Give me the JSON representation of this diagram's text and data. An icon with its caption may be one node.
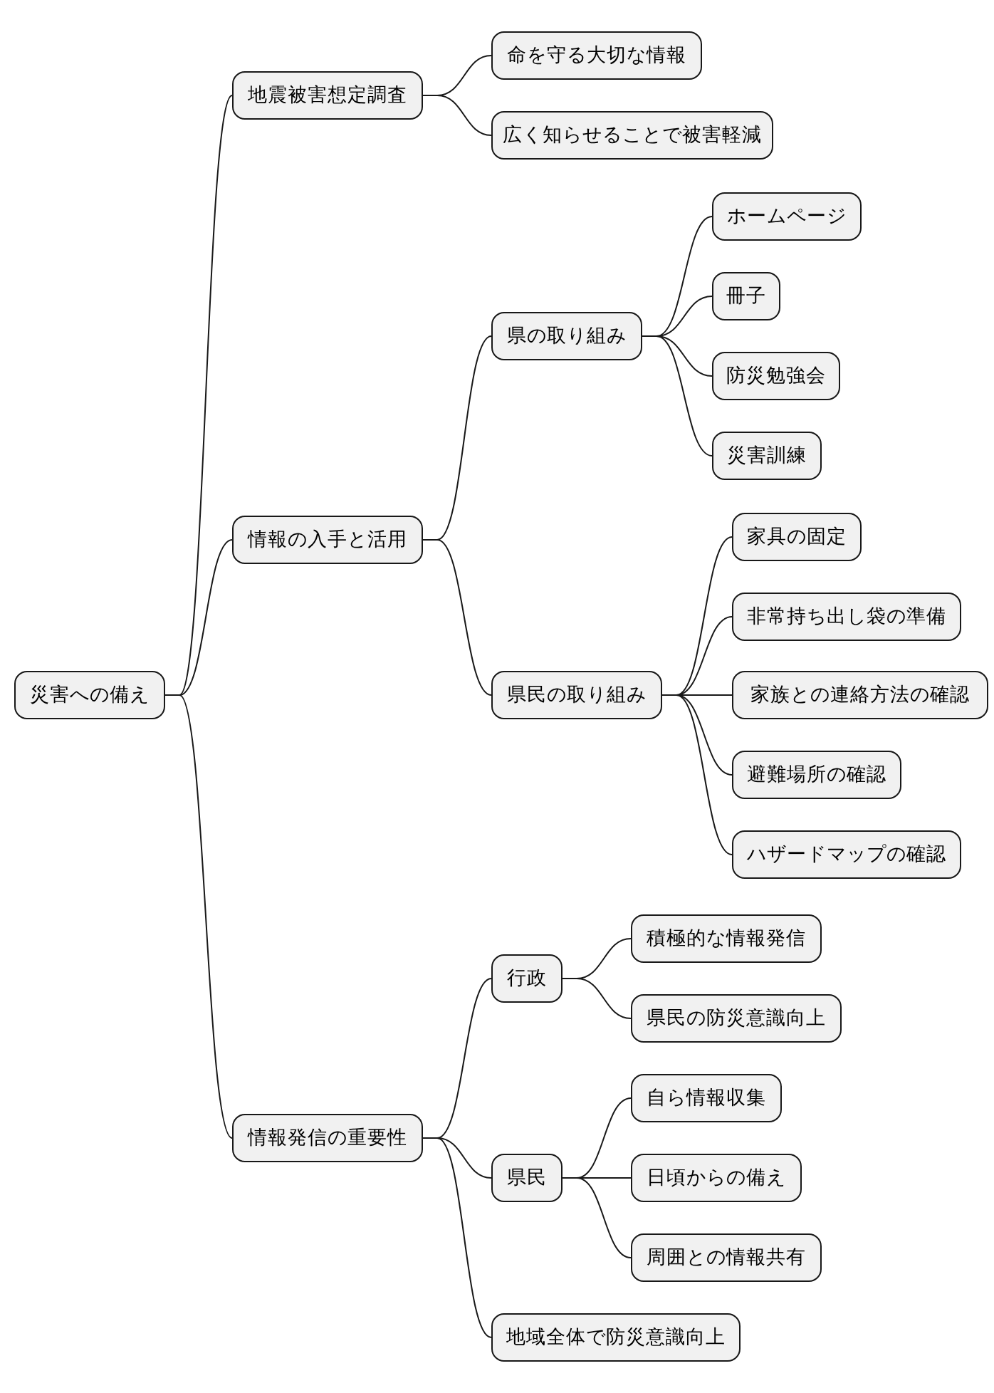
{
  "diagram": {
    "nodes": [
      {
        "text": [
          "災害への備え"
        ]
      },
      {
        "text": [
          "地震被害想定調査"
        ]
      },
      {
        "text": [
          "命を守る大切な情報"
        ]
      },
      {
        "text": [
          "広く知らせることで被害軽減"
        ]
      },
      {
        "text": [
          "情報の入手と活用"
        ]
      },
      {
        "text": [
          "県の取り組み"
        ]
      },
      {
        "text": [
          "ホームページ"
        ]
      },
      {
        "text": [
          "冊子"
        ]
      },
      {
        "text": [
          "防災勉強会"
        ]
      },
      {
        "text": [
          "災害訓練"
        ]
      },
      {
        "text": [
          "県民の取り組み"
        ]
      },
      {
        "text": [
          "家具の固定"
        ]
      },
      {
        "text": [
          "非常持ち出し袋の準備"
        ]
      },
      {
        "text": [
          "家族との連絡方法の確認"
        ]
      },
      {
        "text": [
          "避難場所の確認"
        ]
      },
      {
        "text": [
          "ハザードマップの確認"
        ]
      },
      {
        "text": [
          "情報発信の重要性"
        ]
      },
      {
        "text": [
          "行政"
        ]
      },
      {
        "text": [
          "積極的な情報発信"
        ]
      },
      {
        "text": [
          "県民の防災意識向上"
        ]
      },
      {
        "text": [
          "県民"
        ]
      },
      {
        "text": [
          "自ら情報収集"
        ]
      },
      {
        "text": [
          "日頃からの備え"
        ]
      },
      {
        "text": [
          "周囲との情報共有"
        ]
      },
      {
        "text": [
          "地域全体で防災意識向上"
        ]
      }
    ],
    "edges": [
      {
        "from": 0,
        "to": 1,
        "arrow": "none"
      },
      {
        "from": 1,
        "to": 2,
        "arrow": "none"
      },
      {
        "from": 1,
        "to": 3,
        "arrow": "none"
      },
      {
        "from": 0,
        "to": 4,
        "arrow": "none"
      },
      {
        "from": 4,
        "to": 5,
        "arrow": "none"
      },
      {
        "from": 5,
        "to": 6,
        "arrow": "none"
      },
      {
        "from": 5,
        "to": 7,
        "arrow": "none"
      },
      {
        "from": 5,
        "to": 8,
        "arrow": "none"
      },
      {
        "from": 5,
        "to": 9,
        "arrow": "none"
      },
      {
        "from": 4,
        "to": 10,
        "arrow": "none"
      },
      {
        "from": 10,
        "to": 11,
        "arrow": "none"
      },
      {
        "from": 10,
        "to": 12,
        "arrow": "none"
      },
      {
        "from": 10,
        "to": 13,
        "arrow": "none"
      },
      {
        "from": 10,
        "to": 14,
        "arrow": "none"
      },
      {
        "from": 10,
        "to": 15,
        "arrow": "none"
      },
      {
        "from": 0,
        "to": 16,
        "arrow": "none"
      },
      {
        "from": 16,
        "to": 17,
        "arrow": "none"
      },
      {
        "from": 17,
        "to": 18,
        "arrow": "none"
      },
      {
        "from": 17,
        "to": 19,
        "arrow": "none"
      },
      {
        "from": 16,
        "to": 20,
        "arrow": "none"
      },
      {
        "from": 20,
        "to": 21,
        "arrow": "none"
      },
      {
        "from": 20,
        "to": 22,
        "arrow": "none"
      },
      {
        "from": 20,
        "to": 23,
        "arrow": "none"
      },
      {
        "from": 16,
        "to": 24,
        "arrow": "none"
      }
    ]
  }
}
